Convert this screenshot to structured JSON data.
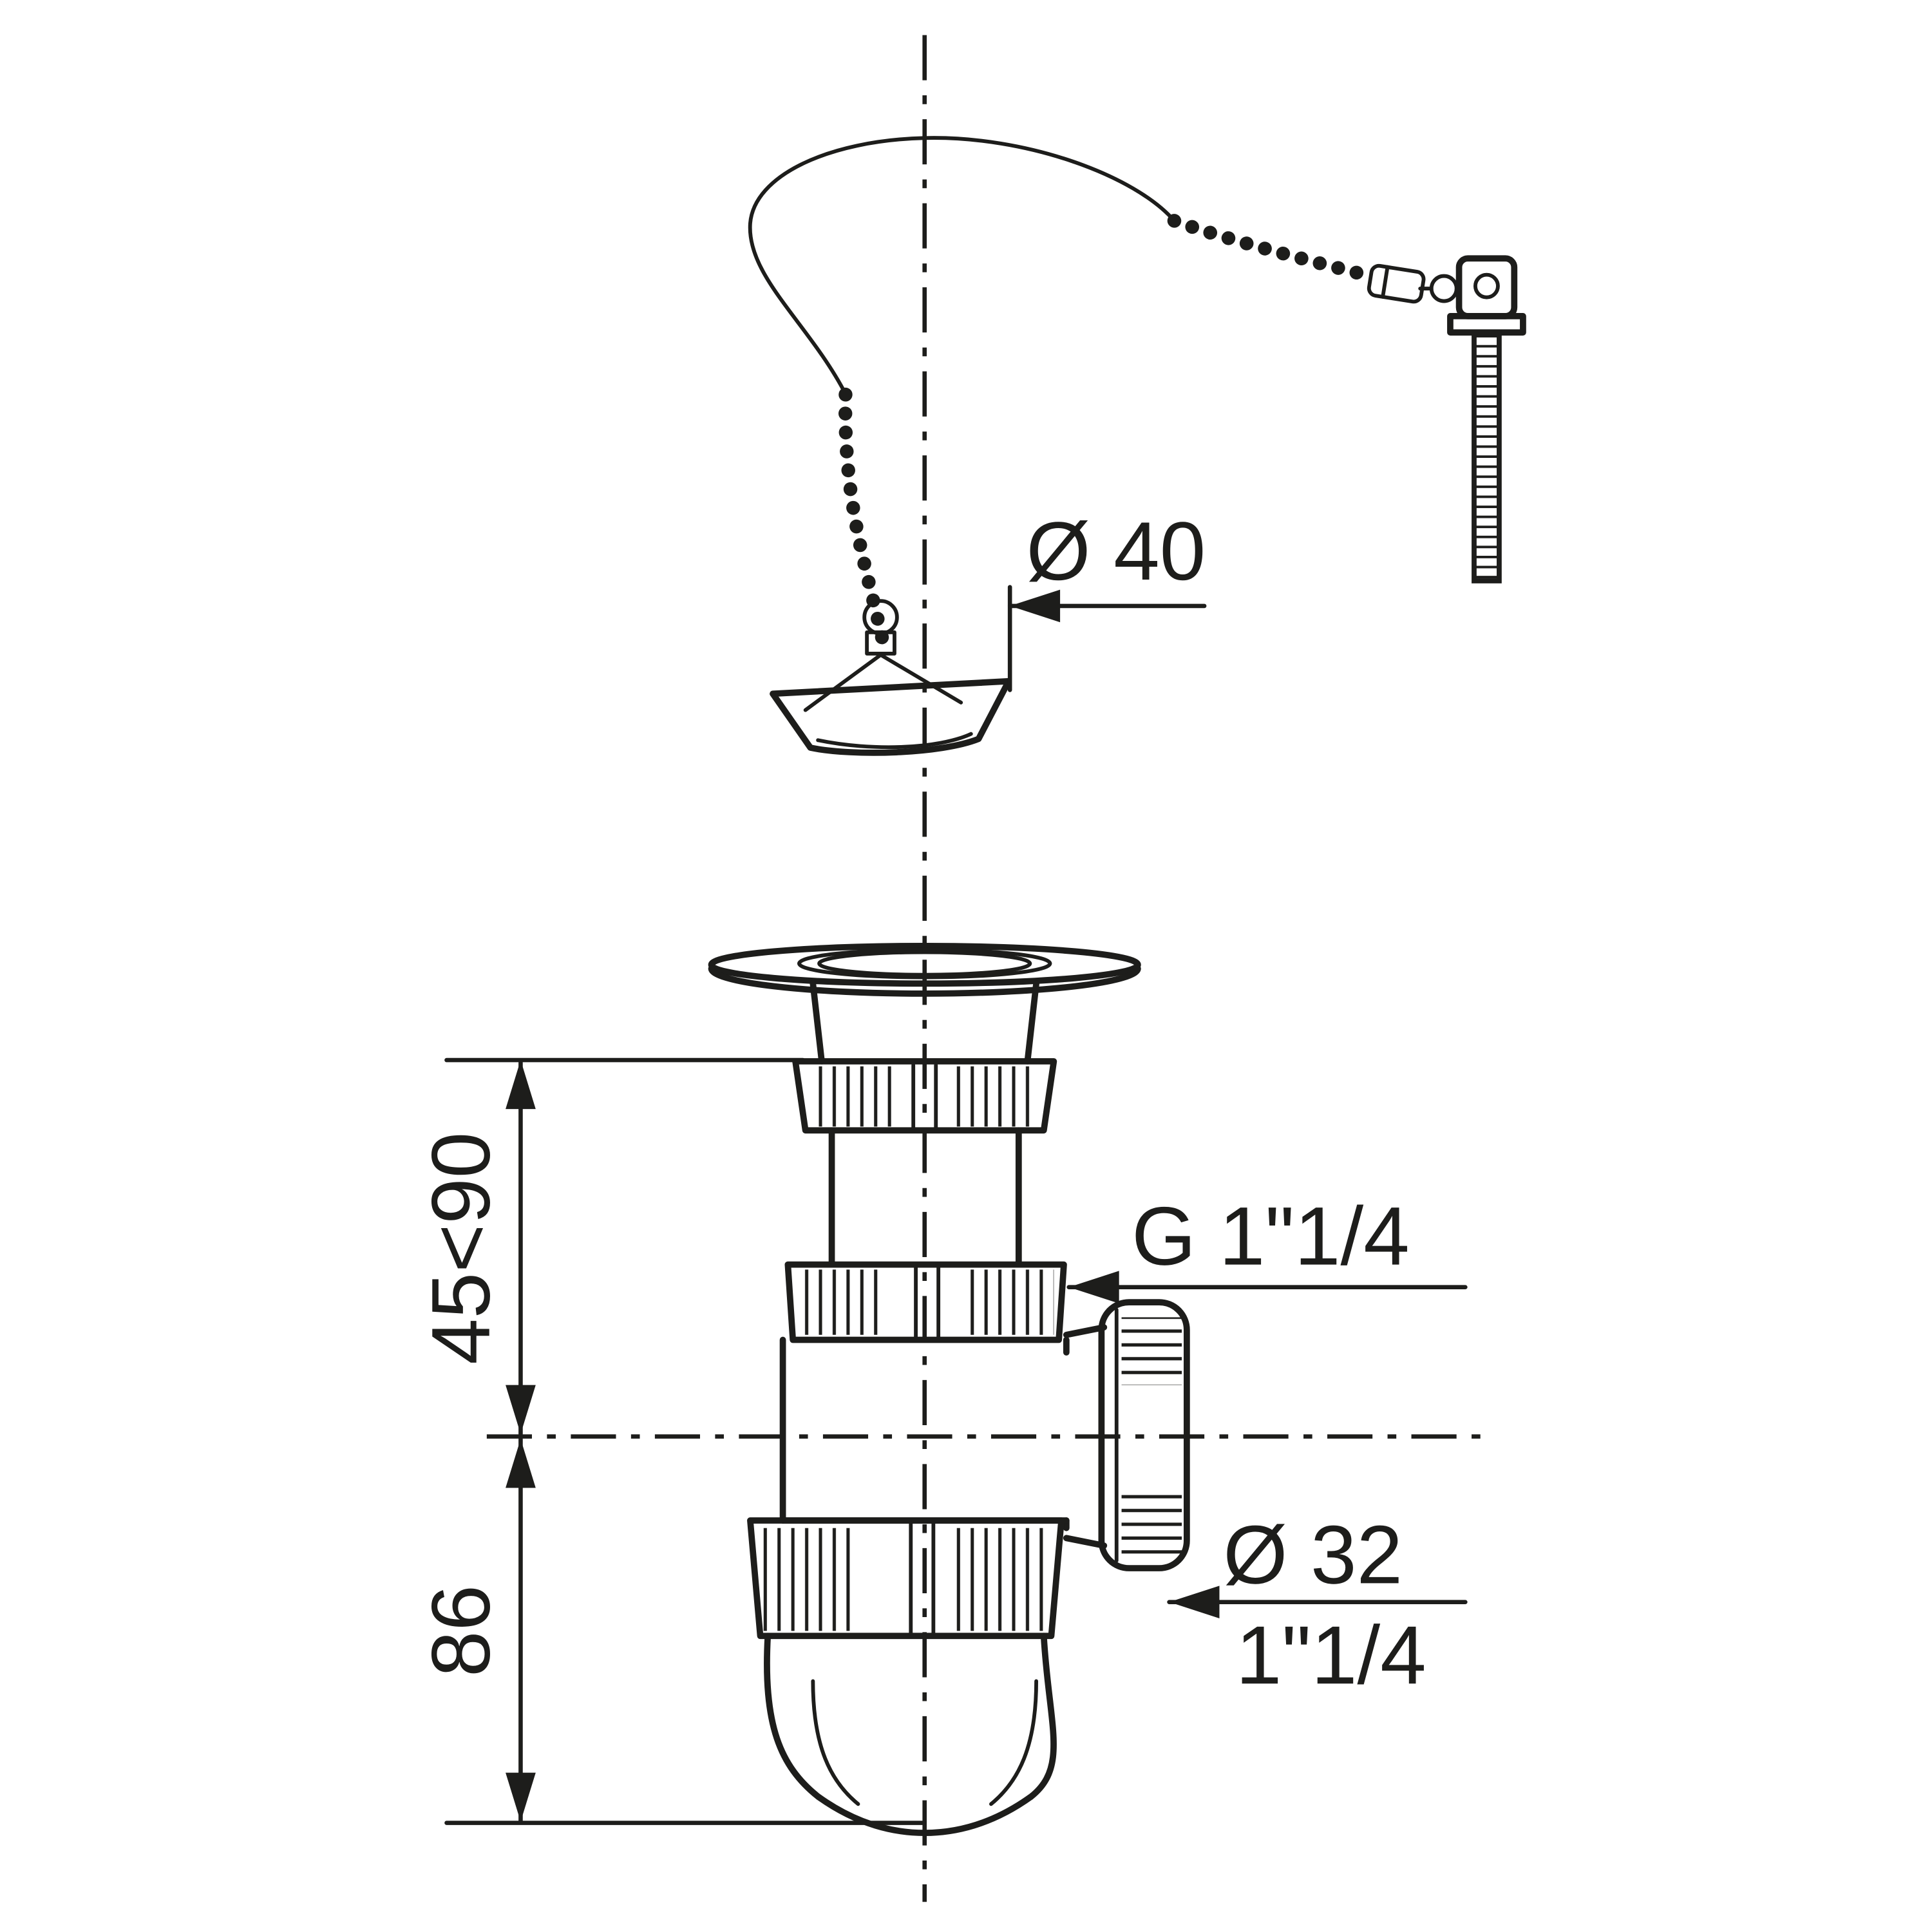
{
  "diagram": {
    "type": "technical-drawing",
    "subject": "Bottle trap siphon with basin waste, plug and bead chain, dimensioned",
    "line_color": "#1d1d1b",
    "background": "#ffffff",
    "labels": {
      "plug_diameter": "Ø 40",
      "inlet_thread": "G 1\"1/4",
      "adjustable_height": "45<90",
      "body_height": "86",
      "outlet_diameter": "Ø 32",
      "outlet_thread": "1\"1/4"
    }
  }
}
